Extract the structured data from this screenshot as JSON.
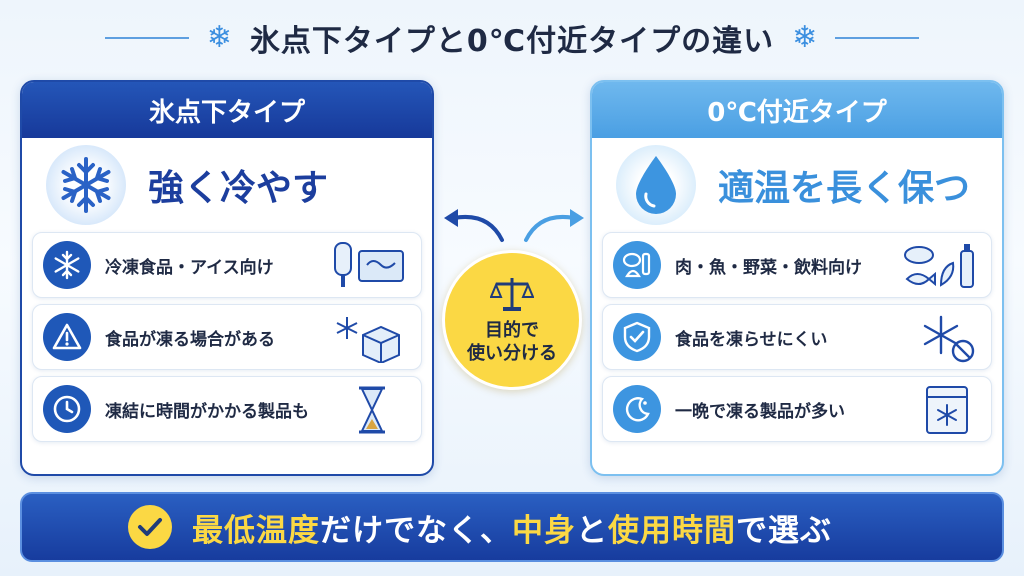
{
  "title": "氷点下タイプと0℃付近タイプの違い",
  "left": {
    "heading": "氷点下タイプ",
    "hero": "強く冷やす",
    "items": [
      {
        "icon": "snowflake-icon",
        "text": "冷凍食品・アイス向け"
      },
      {
        "icon": "warning-icon",
        "text": "食品が凍る場合がある"
      },
      {
        "icon": "clock-icon",
        "text": "凍結に時間がかかる製品も"
      }
    ]
  },
  "right": {
    "heading": "0℃付近タイプ",
    "hero": "適温を長く保つ",
    "items": [
      {
        "icon": "food-icon",
        "text": "肉・魚・野菜・飲料向け"
      },
      {
        "icon": "shield-check-icon",
        "text": "食品を凍らせにくい"
      },
      {
        "icon": "moon-star-icon",
        "text": "一晩で凍る製品が多い"
      }
    ]
  },
  "center": {
    "icon": "scale-icon",
    "text": "目的で\n使い分ける"
  },
  "bottom": {
    "part1": "最低温度",
    "part2": "だけでなく、",
    "part3": "中身",
    "part4": "と",
    "part5": "使用時間",
    "part6": "で選ぶ"
  },
  "colors": {
    "navy": "#1f4aa8",
    "sky": "#4a9fe3",
    "yellow": "#fbd844"
  }
}
